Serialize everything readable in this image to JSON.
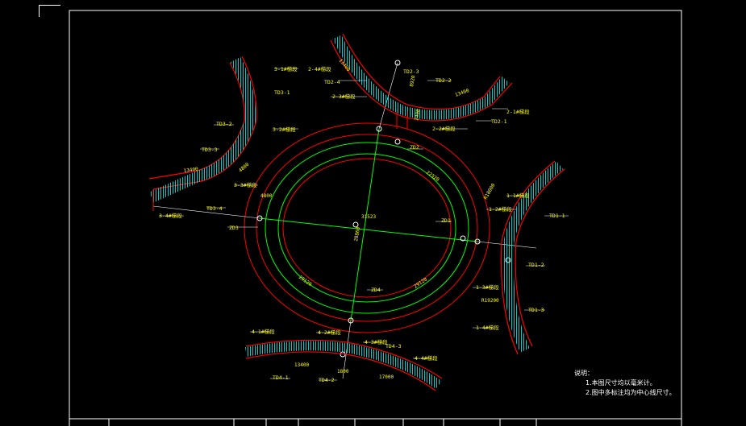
{
  "viewport": {
    "background": "#000000"
  },
  "colors": {
    "frame": "#ffffff",
    "red": "#ff0000",
    "green": "#00ff00",
    "cyan": "#00ffff",
    "white": "#ffffff",
    "yellow": "#ffff00"
  },
  "labels": {
    "zd1": "ZD1",
    "zd2": "ZD2",
    "zd3": "ZD3",
    "zd4": "ZD4",
    "td11": "TD1-1",
    "td12": "TD1-2",
    "td13": "TD1-3",
    "td21": "TD2-1",
    "td22": "TD2-2",
    "td23": "TD2-3",
    "td24": "TD2-4",
    "td31": "TD3-1",
    "td32": "TD3-2",
    "td33": "TD3-3",
    "td34": "TD3-4",
    "td41": "TD4-1",
    "td42": "TD4-2",
    "td43": "TD4-3",
    "b11": "1-1#梯段",
    "b12": "1-2#梯段",
    "b13": "1-3#梯段",
    "b14": "1-4#梯段",
    "b21": "2-1#梯段",
    "b22": "2-2#梯段",
    "b23": "2-3#梯段",
    "b24": "2-4#梯段",
    "b31": "3-1#梯段",
    "b32": "3-2#梯段",
    "b33": "3-3#梯段",
    "b34": "3-4#梯段",
    "b41": "4-1#梯段",
    "b42": "4-2#梯段",
    "b43": "4-3#梯段",
    "b44": "4-4#梯段"
  },
  "dims": {
    "d1": "13400",
    "d2": "13400",
    "d3": "13400",
    "d4": "13400",
    "d5": "8920",
    "d6": "2400",
    "d7": "29120",
    "d8": "29120",
    "d9": "31523",
    "d10": "28860",
    "d11": "22320",
    "d12": "R19200",
    "d13": "R18000",
    "d14": "4800",
    "d15": "4800",
    "d16": "1800",
    "d17": "17000"
  },
  "notes": {
    "title": "说明：",
    "line1": "1.本图尺寸均以毫米计。",
    "line2": "2.图中多标注均为中心线尺寸。"
  }
}
